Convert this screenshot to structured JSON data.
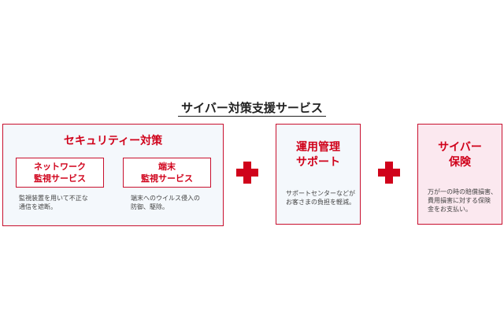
{
  "title": "サイバー対策支援サービス",
  "security": {
    "heading": "セキュリティー対策",
    "network": {
      "title_line1": "ネットワーク",
      "title_line2": "監視サービス",
      "desc_line1": "監視装置を用いて不正な",
      "desc_line2": "通信を遮断。"
    },
    "endpoint": {
      "title_line1": "端末",
      "title_line2": "監視サービス",
      "desc_line1": "端末へのウイルス侵入の",
      "desc_line2": "防御、駆除。"
    }
  },
  "operation": {
    "title_line1": "運用管理",
    "title_line2": "サポート",
    "desc_line1": "サポートセンターなどが",
    "desc_line2": "お客さまの負担を軽減。"
  },
  "insurance": {
    "title_line1": "サイバー",
    "title_line2": "保険",
    "desc_line1": "万が一の時の賠償損害、",
    "desc_line2": "費用損害に対する保険",
    "desc_line3": "金をお支払い。"
  },
  "colors": {
    "accent": "#d0021b",
    "border": "#c8102e",
    "box_fill": "#f4f8fc",
    "insurance_fill": "#fbe8ef"
  },
  "icons": [
    "plus-icon",
    "plus-icon"
  ]
}
